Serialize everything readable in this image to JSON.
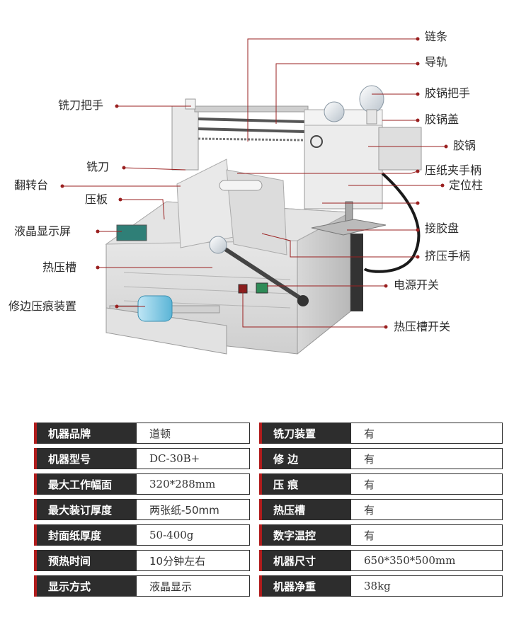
{
  "labels": {
    "chain": "链条",
    "guide_rail": "导轨",
    "glue_pot_handle": "胶锅把手",
    "glue_pot_lid": "胶锅盖",
    "glue_pot": "胶锅",
    "paper_clamp_handle": "压纸夹手柄",
    "positioning_post": "定位柱",
    "glue_tray": "接胶盘",
    "squeeze_handle": "挤压手柄",
    "power_switch": "电源开关",
    "heat_groove_switch": "热压槽开关",
    "milling_cutter_handle": "铣刀把手",
    "milling_cutter": "铣刀",
    "flip_table": "翻转台",
    "press_plate": "压板",
    "lcd_screen": "液晶显示屏",
    "heat_groove": "热压槽",
    "trim_crease_device": "修边压痕装置"
  },
  "specs": {
    "left": [
      {
        "key": "机器品牌",
        "value": "道顿"
      },
      {
        "key": "机器型号",
        "value": "DC-30B+"
      },
      {
        "key": "最大工作幅面",
        "value": "320*288mm"
      },
      {
        "key": "最大装订厚度",
        "value": "两张纸-50mm"
      },
      {
        "key": "封面纸厚度",
        "value": "50-400g"
      },
      {
        "key": "预热时间",
        "value": "10分钟左右"
      },
      {
        "key": "显示方式",
        "value": "液晶显示"
      }
    ],
    "right": [
      {
        "key": "铣刀装置",
        "value": "有"
      },
      {
        "key": "修 边",
        "value": "有"
      },
      {
        "key": "压 痕",
        "value": "有"
      },
      {
        "key": "热压槽",
        "value": "有"
      },
      {
        "key": "数字温控",
        "value": "有"
      },
      {
        "key": "机器尺寸",
        "value": "650*350*500mm"
      },
      {
        "key": "机器净重",
        "value": "38kg"
      }
    ]
  },
  "colors": {
    "accent": "#b01c1c",
    "key_bg": "#2d2d2d"
  }
}
